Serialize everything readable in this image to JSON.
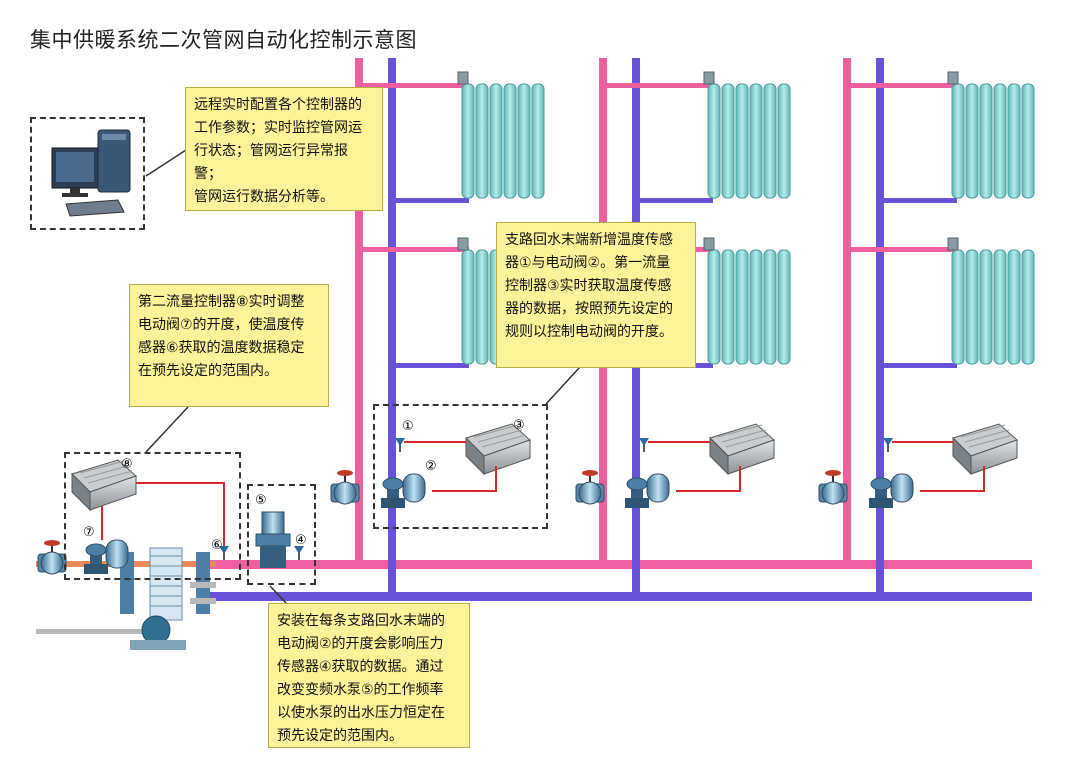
{
  "title": "集中供暖系统二次管网自动化控制示意图",
  "notes": {
    "remote": [
      "远程实时配置各个控制器的",
      "工作参数；实时监控管网运",
      "行状态；管网运行异常报警；",
      "管网运行数据分析等。"
    ],
    "branch": [
      "支路回水末端新增温度传感",
      "器①与电动阀②。第一流量",
      "控制器③实时获取温度传感",
      "器的数据，按照预先设定的",
      "规则以控制电动阀的开度。"
    ],
    "second": [
      "第二流量控制器⑧实时调整",
      "电动阀⑦的开度，使温度传",
      "感器⑥获取的温度数据稳定",
      "在预先设定的范围内。"
    ],
    "pump": [
      "安装在每条支路回水末端的",
      "电动阀②的开度会影响压力",
      "传感器④获取的数据。通过",
      "改变变频水泵⑤的工作频率",
      "以使水泵的出水压力恒定在",
      "预先设定的范围内。"
    ]
  },
  "markers": {
    "m1": "①",
    "m2": "②",
    "m3": "③",
    "m4": "④",
    "m5": "⑤",
    "m6": "⑥",
    "m7": "⑦",
    "m8": "⑧"
  },
  "colors": {
    "supply_pipe": "#ee5fa0",
    "return_pipe": "#6a52d8",
    "radiator": "#86d3cf",
    "note_bg": "#fbf39a",
    "signal_line": "#d9262c"
  }
}
